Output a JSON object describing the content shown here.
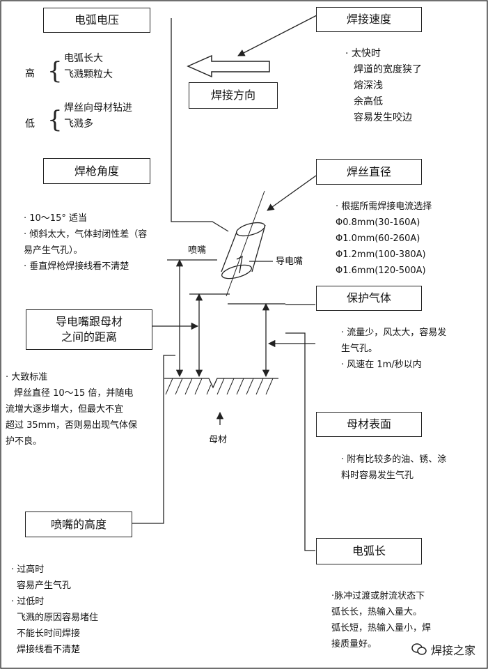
{
  "boxes": {
    "arc_voltage": "电弧电压",
    "weld_speed": "焊接速度",
    "weld_direction": "焊接方向",
    "torch_angle": "焊枪角度",
    "wire_diameter": "焊丝直径",
    "shield_gas": "保护气体",
    "tip_distance_line1": "导电嘴跟母材",
    "tip_distance_line2": "之间的距离",
    "base_surface": "母材表面",
    "nozzle_height": "喷嘴的高度",
    "arc_length": "电弧长"
  },
  "voltage_notes": {
    "high_label": "高",
    "high_items": [
      "电弧长大",
      "飞溅颗粒大"
    ],
    "low_label": "低",
    "low_items": [
      "焊丝向母材钻进",
      "飞溅多"
    ]
  },
  "speed_notes": [
    "· 太快时",
    "焊道的宽度狭了",
    "熔深浅",
    "余高低",
    "容易发生咬边"
  ],
  "angle_notes": [
    "· 10～15° 适当",
    "· 倾斜太大，气体封闭性差（容",
    "易产生气孔）。",
    "· 垂直焊枪焊接线看不清楚"
  ],
  "wire_notes": [
    "· 根据所需焊接电流选择",
    "Φ0.8mm(30-160A)",
    "Φ1.0mm(60-260A)",
    "Φ1.2mm(100-380A)",
    "Φ1.6mm(120-500A)"
  ],
  "gas_notes": [
    "· 流量少，风太大，容易发",
    "生气孔。",
    "· 风速在 1m/秒以内"
  ],
  "distance_notes": [
    "· 大致标准",
    "焊丝直径 10～15 倍，并随电",
    "流增大逐步增大，但最大不宜",
    "超过 35mm，否则易出现气体保",
    "护不良。"
  ],
  "surface_notes": [
    "· 附有比较多的油、锈、涂",
    "料时容易发生气孔"
  ],
  "height_notes": [
    "· 过高时",
    "容易产生气孔",
    "· 过低时",
    "飞溅的原因容易堵住",
    "不能长时间焊接",
    "焊接线看不清楚"
  ],
  "arc_notes": [
    "·脉冲过渡或射流状态下",
    "弧长长，热输入量大。",
    "弧长短，热输入量小，焊",
    "接质量好。"
  ],
  "labels": {
    "nozzle": "喷嘴",
    "contact_tip": "导电嘴",
    "base_metal": "母材"
  },
  "watermark": "焊接之家"
}
